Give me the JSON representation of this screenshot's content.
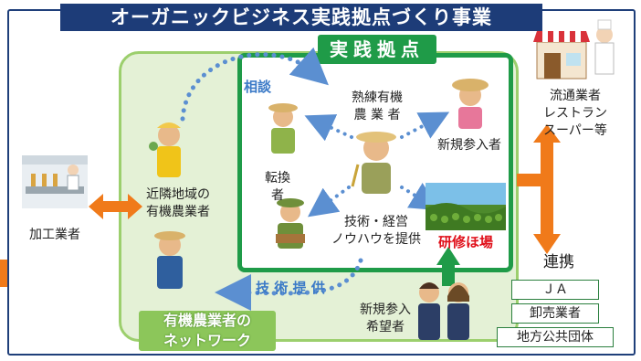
{
  "title": "オーガニックビジネス実践拠点づくり事業",
  "base_label": "実践拠点",
  "network_label": [
    "有機農業者の",
    "ネットワーク"
  ],
  "nodes": {
    "processor": "加工業者",
    "nearby_farmers": [
      "近隣地域の",
      "有機農業者"
    ],
    "consult": "相談",
    "skilled_farmer": [
      "熟練有機",
      "農 業 者"
    ],
    "newcomer": "新規参入者",
    "converter": [
      "転換",
      "者"
    ],
    "tech_mgmt": [
      "技術・経営",
      "ノウハウを提供"
    ],
    "training_field": "研修ほ場",
    "tech_provision": "技 術 提 供",
    "aspiring_newcomer": [
      "新規参入",
      "希望者"
    ],
    "distribution": [
      "流通業者",
      "レストラン",
      "スーパー等"
    ],
    "cooperation": "連携",
    "partners": [
      "ＪＡ",
      "卸売業者",
      "地方公共団体"
    ]
  },
  "colors": {
    "title_bg": "#1d3c78",
    "base_green": "#1f9b48",
    "network_bg": "#e4f1d6",
    "arrow_orange": "#f07a1a",
    "dotted_blue": "#5b8fd1",
    "training_red": "#e0101a"
  },
  "icons": [
    "dotted-arrow",
    "double-arrow",
    "up-arrow",
    "farmer-figure",
    "shop-icon",
    "field-image",
    "factory-image"
  ]
}
